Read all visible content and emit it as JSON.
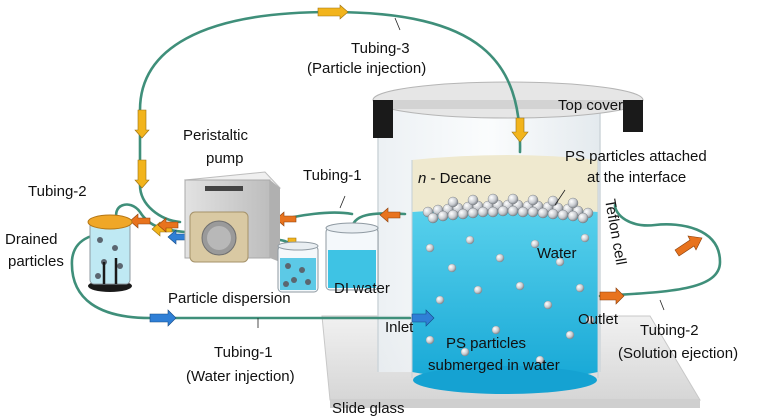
{
  "labels": {
    "tubing3": "Tubing-3",
    "tubing3_sub": "(Particle injection)",
    "top_cover": "Top cover",
    "pump_line1": "Peristaltic",
    "pump_line2": "pump",
    "tubing1_top": "Tubing-1",
    "decane_n": "n",
    "decane_rest": " - Decane",
    "ps_attached_1": "PS particles attached",
    "ps_attached_2": "at the interface",
    "teflon_cell": "Teflon cell",
    "tubing2_left": "Tubing-2",
    "drained_1": "Drained",
    "drained_2": "particles",
    "water": "Water",
    "di_water": "DI water",
    "particle_dispersion": "Particle dispersion",
    "inlet": "Inlet",
    "outlet": "Outlet",
    "ps_submerged_1": "PS particles",
    "ps_submerged_2": "submerged in water",
    "tubing2_right": "Tubing-2",
    "tubing2_right_sub": "(Solution ejection)",
    "tubing1_bottom": "Tubing-1",
    "tubing1_bottom_sub": "(Water injection)",
    "slide_glass": "Slide glass"
  },
  "colors": {
    "tubing": "#3f8f7a",
    "arrow_yellow": "#f2b41c",
    "arrow_orange": "#e8731e",
    "arrow_blue": "#2f7fd6",
    "water": "#3ec3e4",
    "decane": "#efe9cf",
    "particle": "#c9ccd1"
  }
}
